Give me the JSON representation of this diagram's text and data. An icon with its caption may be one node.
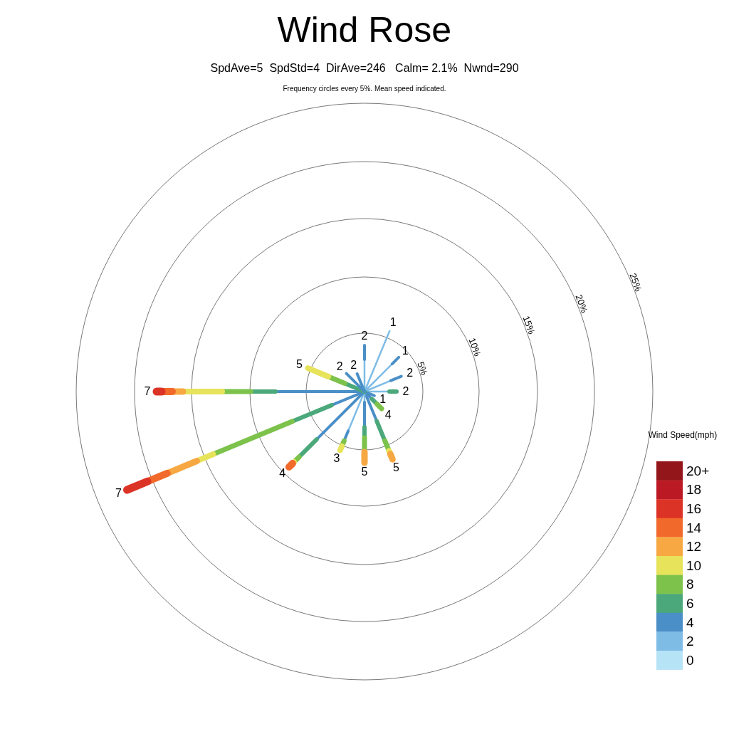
{
  "diagram": {
    "title": "Wind Rose",
    "labels": [
      "SpdAve=5  SpdStd=4  DirAve=246   Calm= 2.1%  Nwnd=290",
      "Frequency circles every 5%. Mean speed indicated.",
      "5%",
      "10%",
      "15%",
      "20%",
      "25%",
      "2",
      "1",
      "1",
      "2",
      "2",
      "1",
      "4",
      "5",
      "5",
      "3",
      "4",
      "7",
      "7",
      "5",
      "2",
      "2",
      "Wind Speed(mph)"
    ],
    "legend": [
      {
        "text": "20+",
        "color": "#93161a"
      },
      {
        "text": "18",
        "color": "#bb1a25"
      },
      {
        "text": "16",
        "color": "#dc3327"
      },
      {
        "text": "14",
        "color": "#f26a2b"
      },
      {
        "text": "12",
        "color": "#f7a843"
      },
      {
        "text": "10",
        "color": "#e7e35a"
      },
      {
        "text": "8",
        "color": "#7dc24b"
      },
      {
        "text": "6",
        "color": "#4aa87a"
      },
      {
        "text": "4",
        "color": "#4a8fc7"
      },
      {
        "text": "2",
        "color": "#7ebce6"
      },
      {
        "text": "0",
        "color": "#b7e3f7"
      }
    ]
  }
}
